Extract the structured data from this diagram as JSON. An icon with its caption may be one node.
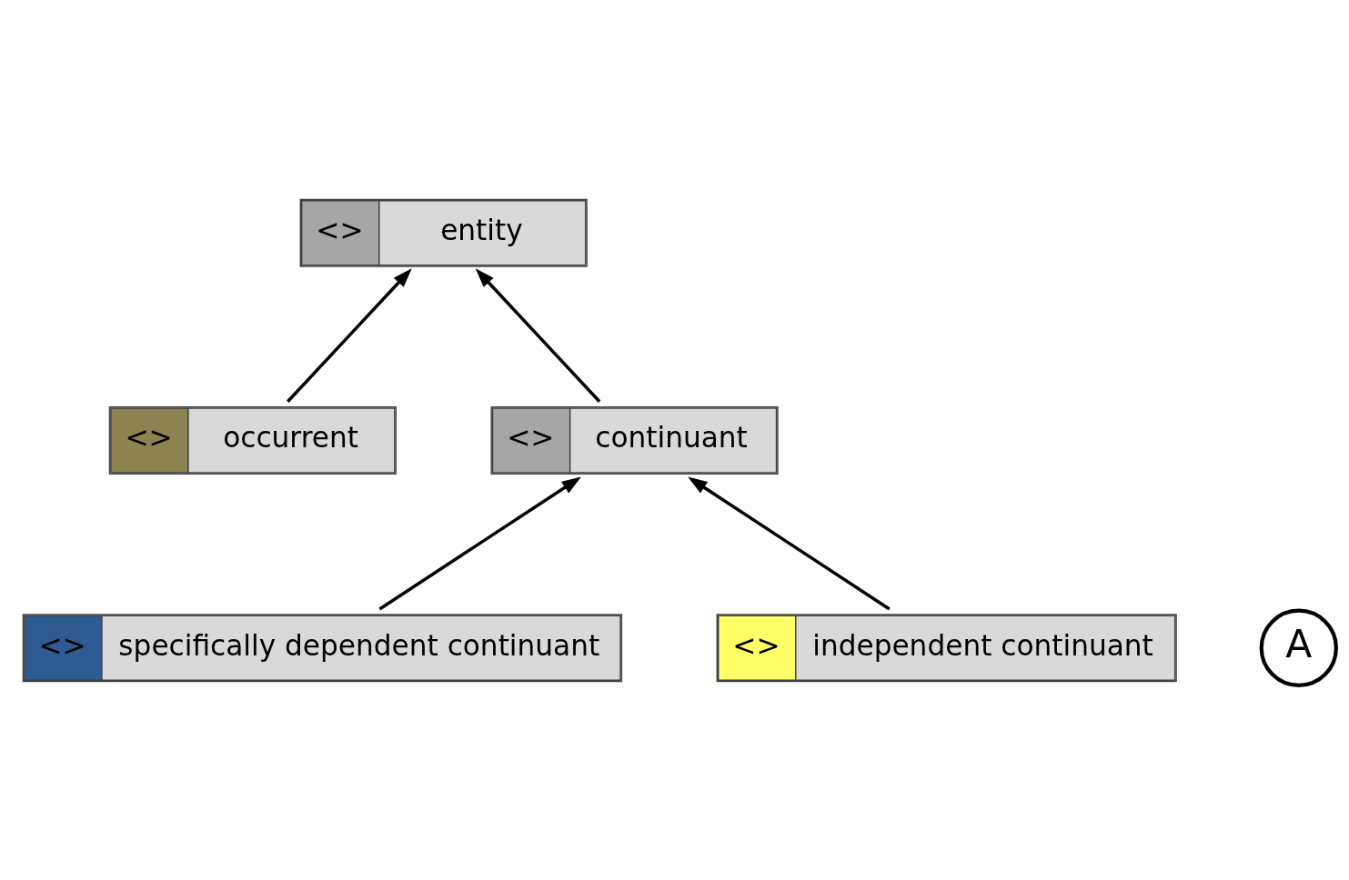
{
  "diagram": {
    "nodes": [
      {
        "text": [
          "<>",
          "entity"
        ]
      },
      {
        "text": [
          "<>",
          "occurrent"
        ]
      },
      {
        "text": [
          "<>",
          "continuant"
        ]
      },
      {
        "text": [
          "<>",
          "specifically dependent continuant"
        ]
      },
      {
        "text": [
          "<>",
          "independent continuant"
        ]
      },
      {
        "text": [
          "A"
        ]
      }
    ],
    "edges": [
      {
        "from": 1,
        "to": 0,
        "arrow": "to"
      },
      {
        "from": 2,
        "to": 0,
        "arrow": "to"
      },
      {
        "from": 3,
        "to": 2,
        "arrow": "to"
      },
      {
        "from": 4,
        "to": 2,
        "arrow": "to"
      }
    ]
  }
}
